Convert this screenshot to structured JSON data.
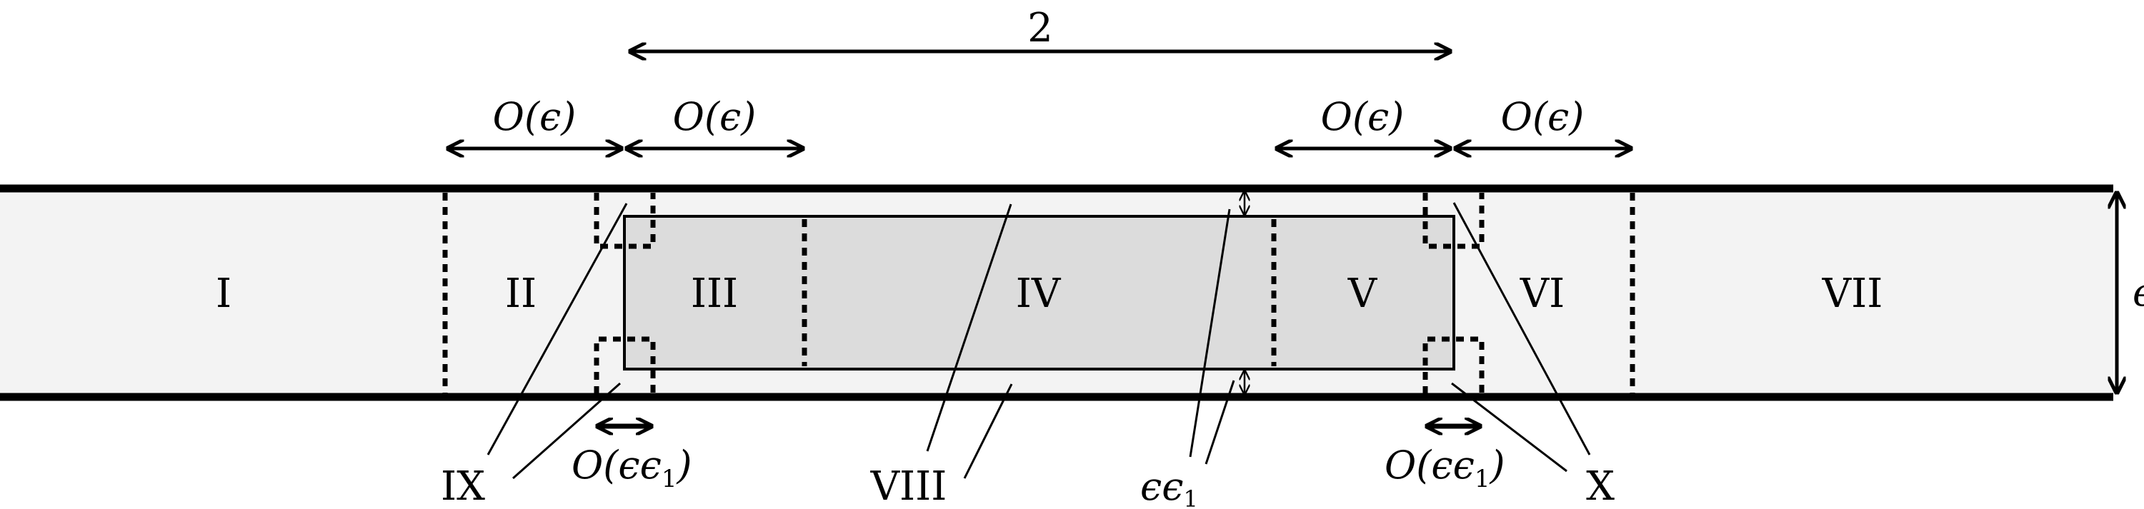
{
  "regions": {
    "r1": "I",
    "r2": "II",
    "r3": "III",
    "r4": "IV",
    "r5": "V",
    "r6": "VI",
    "r7": "VII",
    "r8": "VIII",
    "r9": "IX",
    "r10": "X"
  },
  "dimensions": {
    "total_length": "2",
    "width": "ϵ",
    "order_eps": "O(ϵ)",
    "order_eps_eps1": "O(ϵϵ",
    "eps_eps1": "ϵϵ",
    "subscript_one": "1",
    "close_paren": ")"
  },
  "colors": {
    "channel_fill": "#f3f3f3",
    "inner_fill": "#dcdcdc",
    "stroke": "#000000"
  }
}
